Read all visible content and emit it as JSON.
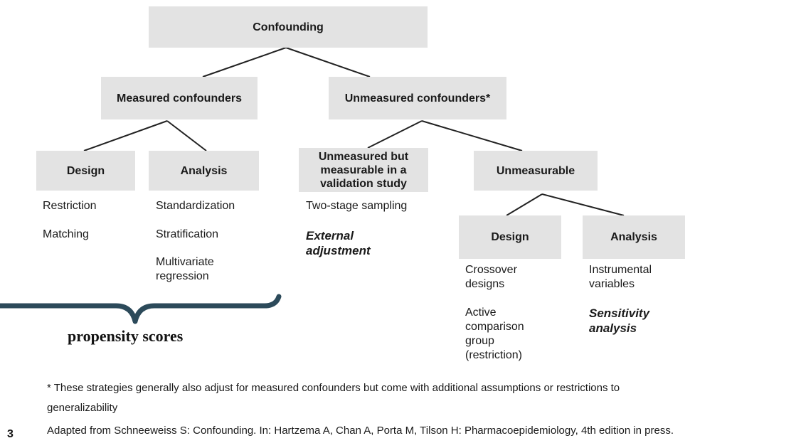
{
  "nodes": {
    "root": "Confounding",
    "measured": "Measured confounders",
    "unmeasured": "Unmeasured confounders*",
    "measured_design": "Design",
    "measured_analysis": "Analysis",
    "validation": "Unmeasured but\nmeasurable in a\nvalidation study",
    "unmeasurable": "Unmeasurable",
    "unmeasurable_design": "Design",
    "unmeasurable_analysis": "Analysis"
  },
  "items": {
    "restriction": "Restriction",
    "matching": "Matching",
    "standardization": "Standardization",
    "stratification": "Stratification",
    "multivariate_regression": "Multivariate\nregression",
    "two_stage_sampling": "Two-stage sampling",
    "external_adjustment": "External\nadjustment",
    "crossover_designs": "Crossover\ndesigns",
    "active_comparison": "Active\ncomparison\ngroup\n(restriction)",
    "instrumental_variables": "Instrumental\nvariables",
    "sensitivity_analysis": "Sensitivity\nanalysis"
  },
  "brace_label": "propensity scores",
  "footnote_line1": "* These strategies generally also adjust for measured confounders but come with additional assumptions or restrictions to",
  "footnote_line2": "generalizability",
  "source": "Adapted from Schneeweiss S: Confounding. In: Hartzema A, Chan A, Porta M, Tilson H: Pharmacoepidemiology, 4th edition in press.",
  "page_number": "3",
  "colors": {
    "box_fill": "#e3e3e3",
    "brace": "#2c4a5a"
  }
}
